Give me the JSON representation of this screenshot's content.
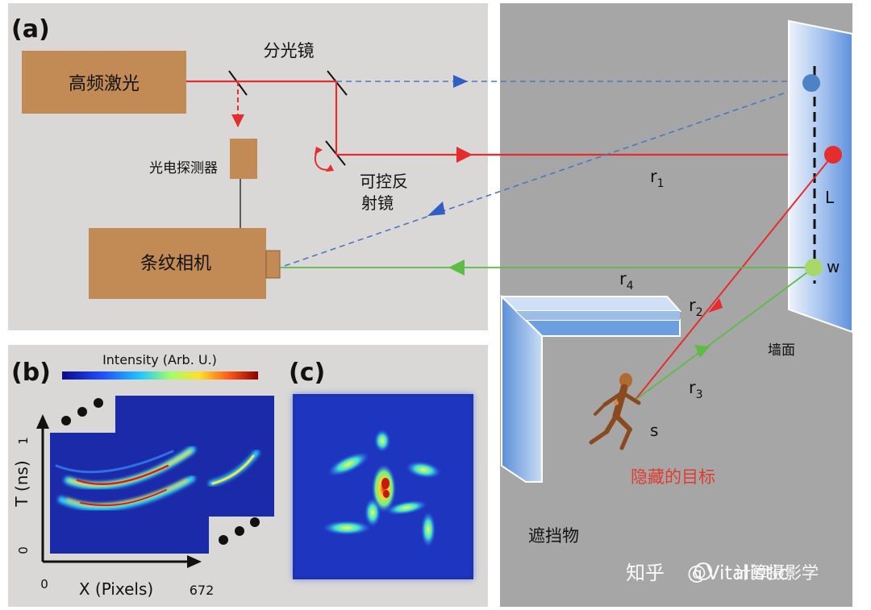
{
  "panel_a": {
    "label": "(a)",
    "laser": "高频激光",
    "photodetector": "光电探测器",
    "streak_camera": "条纹相机",
    "beamsplitter": "分光镜",
    "steering_mirror_line1": "可控反",
    "steering_mirror_line2": "射镜"
  },
  "scene": {
    "r1": "r",
    "r1_sub": "1",
    "r2": "r",
    "r2_sub": "2",
    "r3": "r",
    "r3_sub": "3",
    "r4": "r",
    "r4_sub": "4",
    "point_L": "L",
    "point_w": "w",
    "point_s": "s",
    "wall": "墙面",
    "hidden_target": "隐藏的目标",
    "occluder": "遮挡物"
  },
  "panel_b": {
    "label": "(b)",
    "colorbar_title": "Intensity (Arb. U.)",
    "y_axis_label": "T (ns)",
    "y_tick_top": "1",
    "y_tick_bottom": "0",
    "x_axis_label": "X (Pixels)",
    "x_tick_left": "0",
    "x_tick_right": "672"
  },
  "panel_c": {
    "label": "(c)"
  },
  "watermark": {
    "site": "知乎",
    "account": "@Vitalistic",
    "overlay": "计算摄影学"
  },
  "colors": {
    "panel_bg": "#d9d8d6",
    "scene_bg": "#a6a6a6",
    "device": "#c28a55",
    "red_beam": "#e52d2d",
    "blue_beam": "#4a78c0",
    "green_beam": "#5dbb46",
    "target_text": "#e23b2e"
  }
}
